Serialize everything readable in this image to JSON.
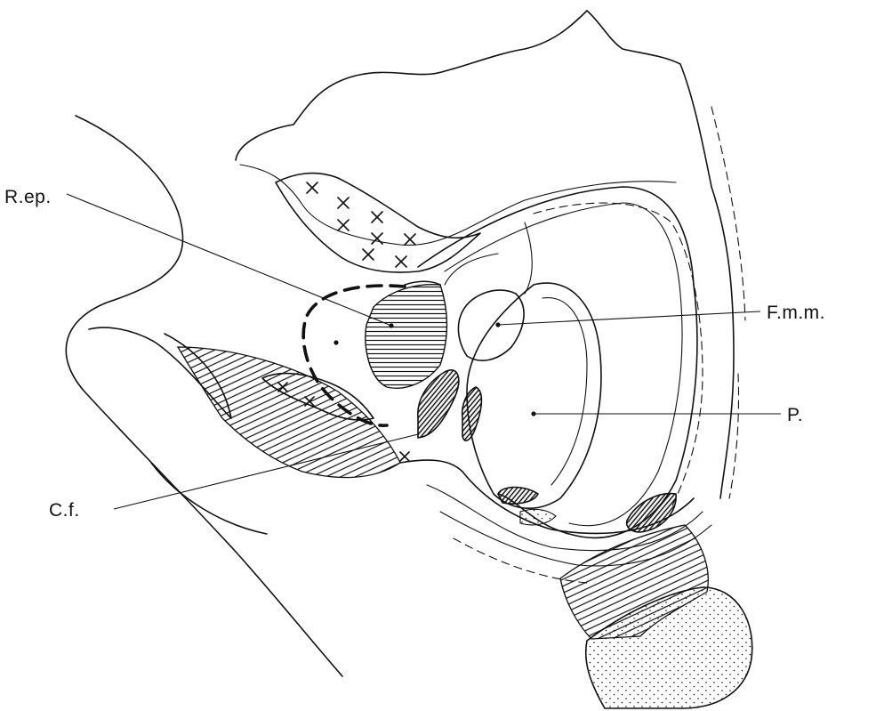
{
  "labels": {
    "r_ep": "R.ep.",
    "f_m_m": "F.m.m.",
    "p": "P.",
    "c_f": "C.f."
  }
}
